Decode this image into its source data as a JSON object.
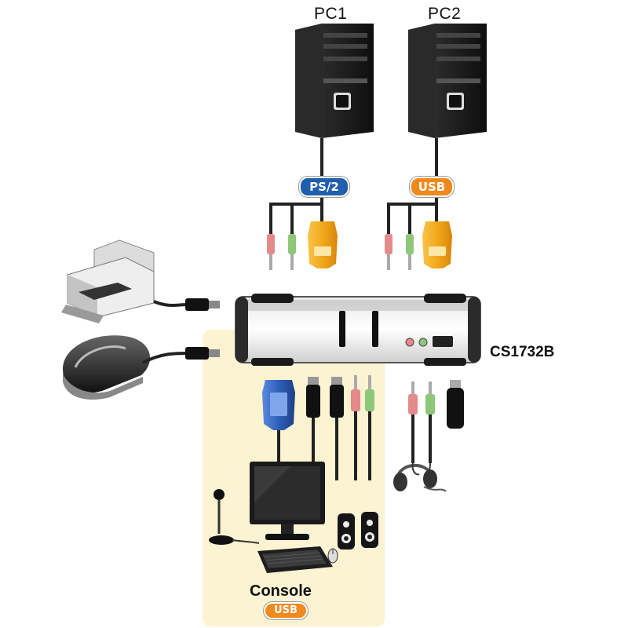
{
  "pcs": [
    {
      "label": "PC1",
      "interface": "PS/2"
    },
    {
      "label": "PC2",
      "interface": "USB"
    }
  ],
  "switch": {
    "model": "CS1732B"
  },
  "console": {
    "label": "Console",
    "interface": "USB"
  },
  "colors": {
    "ps2_badge": "#1f5fae",
    "usb_badge": "#f08a1e",
    "console_area": "#fbf3d2",
    "tower_body": "#1c1c1c",
    "vga_connector": "#f2a81c",
    "vga_connector_console": "#2f5fb8",
    "audio_pink": "#e58a8a",
    "audio_green": "#8cc878"
  }
}
